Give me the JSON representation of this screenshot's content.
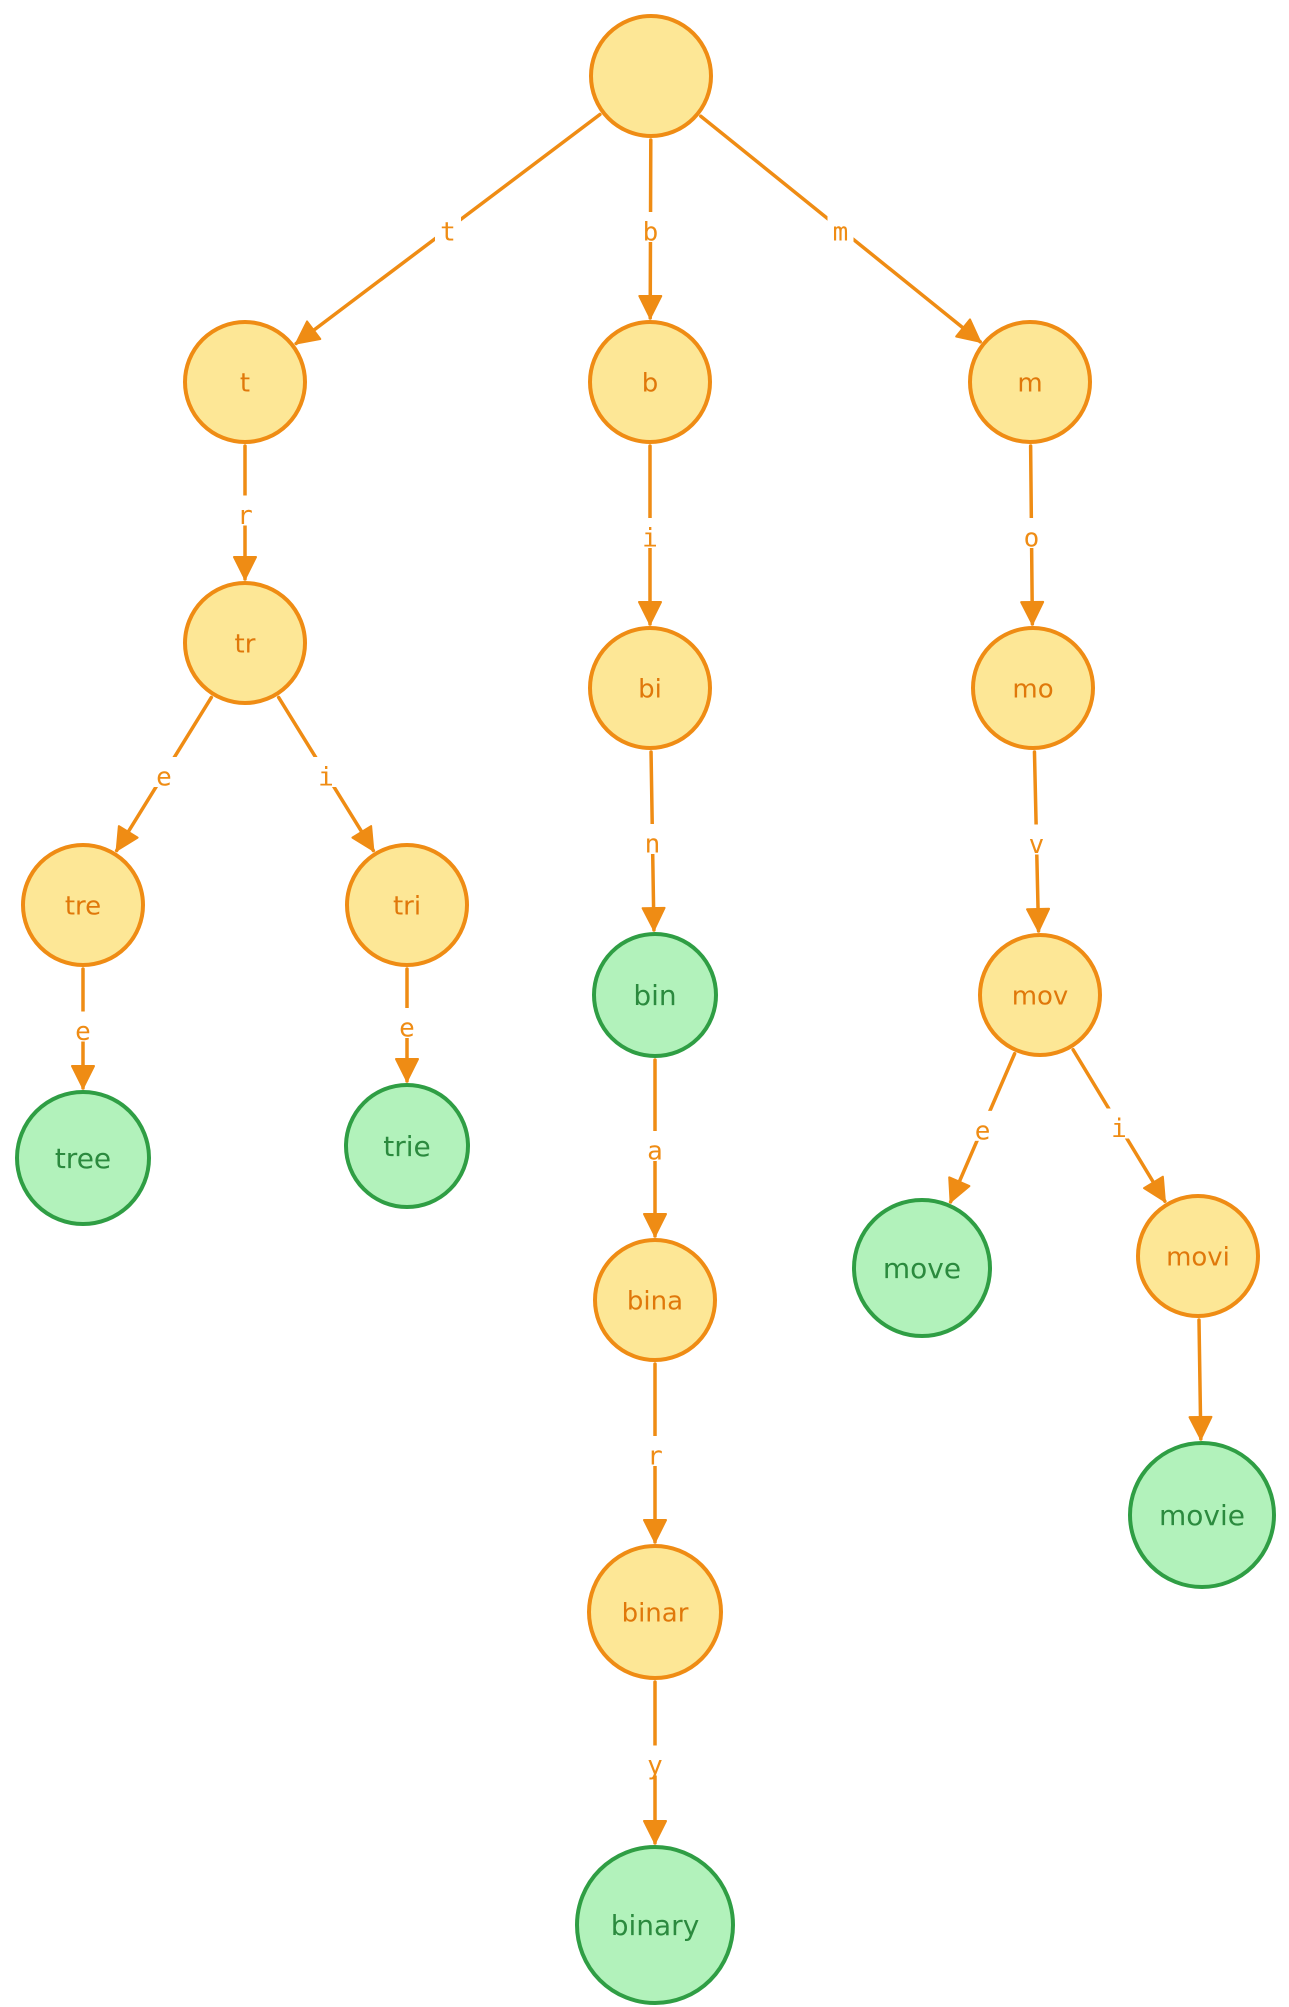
{
  "diagram": {
    "colors": {
      "prefix_fill": "#fde796",
      "prefix_stroke": "#ef8c14",
      "word_fill": "#b2f2bb",
      "word_stroke": "#2f9e44",
      "edge": "#ef8c14"
    },
    "nodes": [
      {
        "id": "root",
        "label": "",
        "kind": "root"
      },
      {
        "id": "t",
        "label": "t",
        "kind": "prefix"
      },
      {
        "id": "b",
        "label": "b",
        "kind": "prefix"
      },
      {
        "id": "m",
        "label": "m",
        "kind": "prefix"
      },
      {
        "id": "tr",
        "label": "tr",
        "kind": "prefix"
      },
      {
        "id": "tre",
        "label": "tre",
        "kind": "prefix"
      },
      {
        "id": "tri",
        "label": "tri",
        "kind": "prefix"
      },
      {
        "id": "tree",
        "label": "tree",
        "kind": "word"
      },
      {
        "id": "trie",
        "label": "trie",
        "kind": "word"
      },
      {
        "id": "bi",
        "label": "bi",
        "kind": "prefix"
      },
      {
        "id": "bin",
        "label": "bin",
        "kind": "word"
      },
      {
        "id": "bina",
        "label": "bina",
        "kind": "prefix"
      },
      {
        "id": "binar",
        "label": "binar",
        "kind": "prefix"
      },
      {
        "id": "binary",
        "label": "binary",
        "kind": "word"
      },
      {
        "id": "mo",
        "label": "mo",
        "kind": "prefix"
      },
      {
        "id": "mov",
        "label": "mov",
        "kind": "prefix"
      },
      {
        "id": "move",
        "label": "move",
        "kind": "word"
      },
      {
        "id": "movi",
        "label": "movi",
        "kind": "prefix"
      },
      {
        "id": "movie",
        "label": "movie",
        "kind": "word"
      }
    ],
    "edges": [
      {
        "from": "root",
        "to": "t",
        "label": "t"
      },
      {
        "from": "root",
        "to": "b",
        "label": "b"
      },
      {
        "from": "root",
        "to": "m",
        "label": "m"
      },
      {
        "from": "t",
        "to": "tr",
        "label": "r"
      },
      {
        "from": "tr",
        "to": "tre",
        "label": "e"
      },
      {
        "from": "tr",
        "to": "tri",
        "label": "i"
      },
      {
        "from": "tre",
        "to": "tree",
        "label": "e"
      },
      {
        "from": "tri",
        "to": "trie",
        "label": "e"
      },
      {
        "from": "b",
        "to": "bi",
        "label": "i"
      },
      {
        "from": "bi",
        "to": "bin",
        "label": "n"
      },
      {
        "from": "bin",
        "to": "bina",
        "label": "a"
      },
      {
        "from": "bina",
        "to": "binar",
        "label": "r"
      },
      {
        "from": "binar",
        "to": "binary",
        "label": "y"
      },
      {
        "from": "m",
        "to": "mo",
        "label": "o"
      },
      {
        "from": "mo",
        "to": "mov",
        "label": "v"
      },
      {
        "from": "mov",
        "to": "move",
        "label": "e"
      },
      {
        "from": "mov",
        "to": "movi",
        "label": "i"
      },
      {
        "from": "movi",
        "to": "movie",
        "label": ""
      }
    ]
  }
}
